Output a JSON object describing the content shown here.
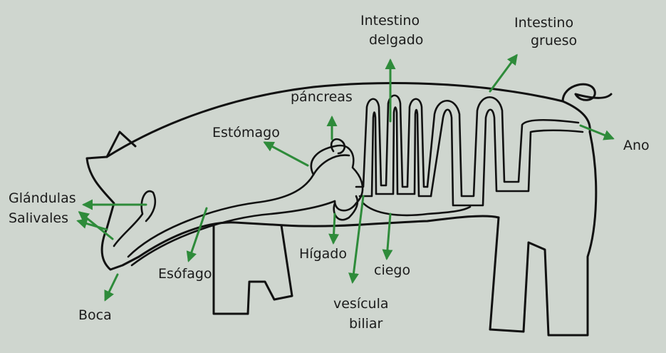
{
  "colors": {
    "background": "#cfd6cf",
    "outline": "#111111",
    "arrow": "#2e8b3a",
    "text": "#1b1b1b"
  },
  "labels": {
    "intestino_delgado_1": "Intestino",
    "intestino_delgado_2": "delgado",
    "intestino_grueso_1": "Intestino",
    "intestino_grueso_2": "grueso",
    "pancreas": "páncreas",
    "estomago": "Estómago",
    "ano": "Ano",
    "glandulas_1": "Glándulas",
    "glandulas_2": "Salivales",
    "boca": "Boca",
    "esofago": "Esófago",
    "higado": "Hígado",
    "ciego": "ciego",
    "vesicula_1": "vesícula",
    "vesicula_2": "biliar"
  }
}
